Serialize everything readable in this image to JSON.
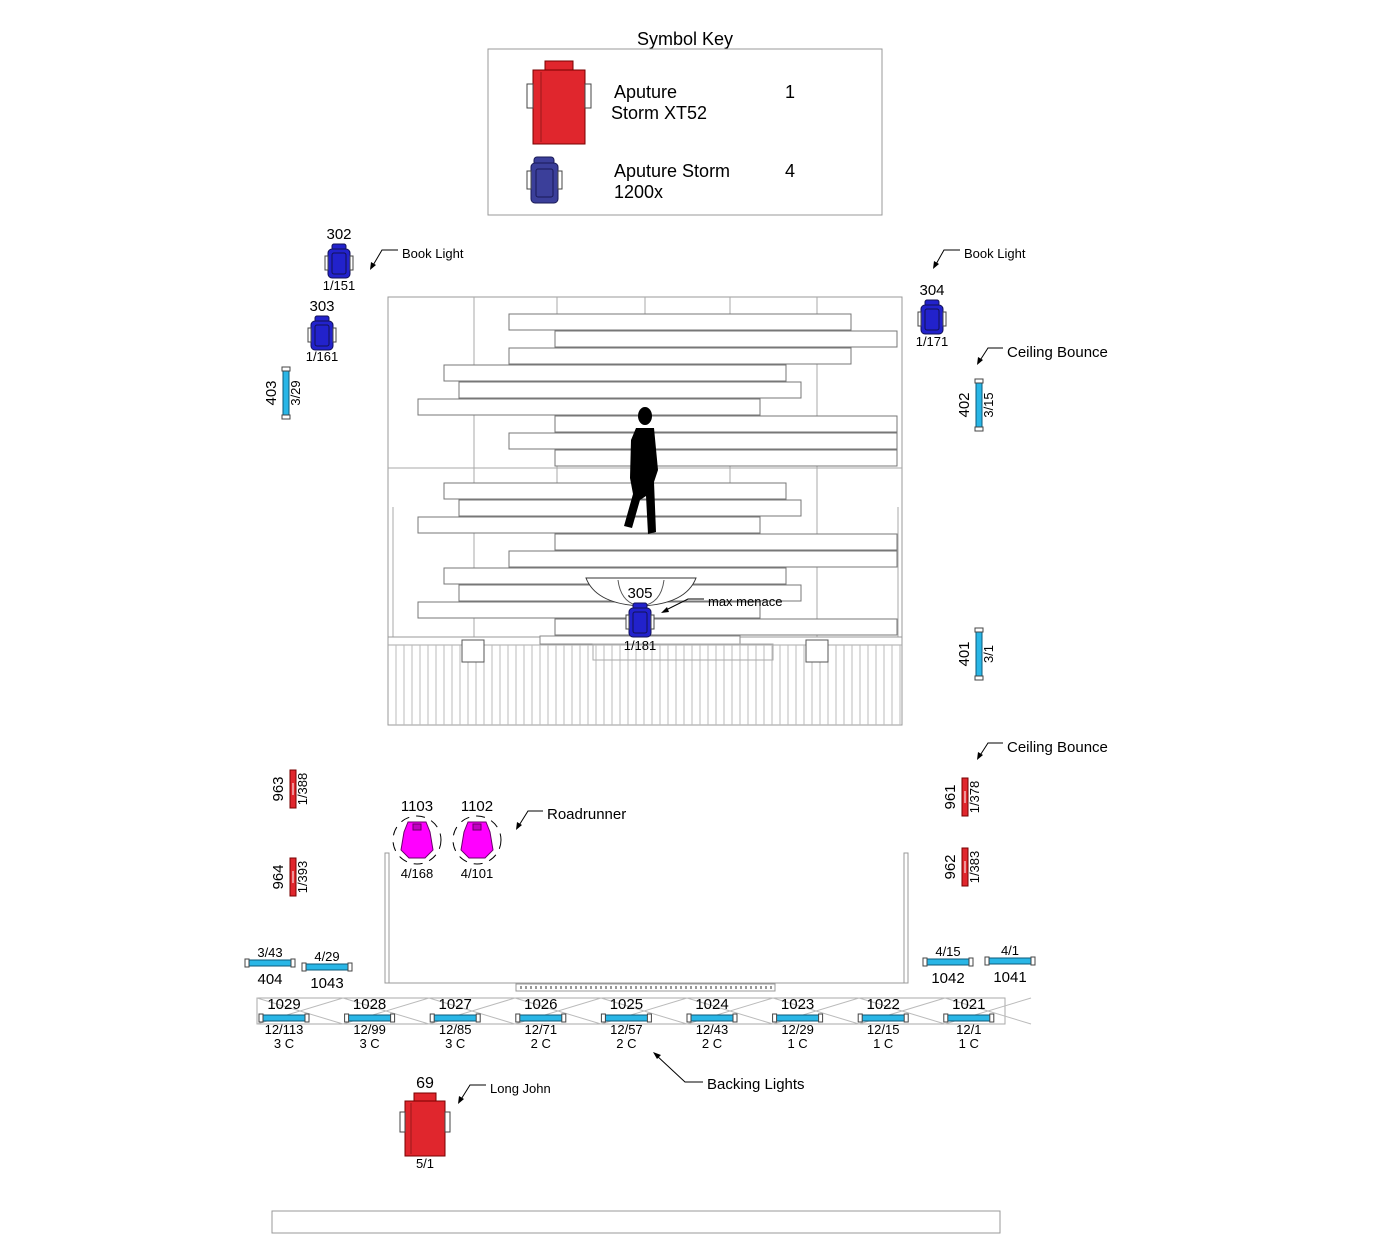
{
  "symbol_key": {
    "title": "Symbol Key",
    "items": [
      {
        "name_line1": "Aputure",
        "name_line2": "Storm XT52",
        "count": "1",
        "color": "#e0262d"
      },
      {
        "name_line1": "Aputure Storm",
        "name_line2": "1200x",
        "count": "4",
        "color": "#3b3f9a"
      }
    ]
  },
  "colors": {
    "xt52_red": "#e0262d",
    "storm1200_blue": "#2222cc",
    "tube_cyan": "#29b6e6",
    "magenta": "#ff00ff",
    "strip_red": "#e0262d"
  },
  "callouts": {
    "book_light_left": "Book Light",
    "book_light_right": "Book Light",
    "ceiling_bounce_top": "Ceiling Bounce",
    "ceiling_bounce_bottom": "Ceiling Bounce",
    "max_menace": "max menace",
    "roadrunner": "Roadrunner",
    "backing_lights": "Backing Lights",
    "long_john": "Long John"
  },
  "storm_fixtures": [
    {
      "id": "302",
      "addr": "1/151"
    },
    {
      "id": "303",
      "addr": "1/161"
    },
    {
      "id": "304",
      "addr": "1/171"
    },
    {
      "id": "305",
      "addr": "1/181"
    }
  ],
  "vertical_tubes": [
    {
      "id": "403",
      "addr": "3/29"
    },
    {
      "id": "402",
      "addr": "3/15"
    },
    {
      "id": "401",
      "addr": "3/1"
    }
  ],
  "red_strips": [
    {
      "id": "963",
      "addr": "1/388"
    },
    {
      "id": "964",
      "addr": "1/393"
    },
    {
      "id": "961",
      "addr": "1/378"
    },
    {
      "id": "962",
      "addr": "1/383"
    }
  ],
  "magenta_fixtures": [
    {
      "id": "1103",
      "addr": "4/168"
    },
    {
      "id": "1102",
      "addr": "4/101"
    }
  ],
  "side_tubes": [
    {
      "id": "404",
      "addr": "3/43"
    },
    {
      "id": "1043",
      "addr": "4/29"
    },
    {
      "id": "1042",
      "addr": "4/15"
    },
    {
      "id": "1041",
      "addr": "4/1"
    }
  ],
  "backing_tubes": [
    {
      "id": "1029",
      "addr": "12/113",
      "circuit": "3 C"
    },
    {
      "id": "1028",
      "addr": "12/99",
      "circuit": "3 C"
    },
    {
      "id": "1027",
      "addr": "12/85",
      "circuit": "3 C"
    },
    {
      "id": "1026",
      "addr": "12/71",
      "circuit": "2 C"
    },
    {
      "id": "1025",
      "addr": "12/57",
      "circuit": "2 C"
    },
    {
      "id": "1024",
      "addr": "12/43",
      "circuit": "2 C"
    },
    {
      "id": "1023",
      "addr": "12/29",
      "circuit": "1 C"
    },
    {
      "id": "1022",
      "addr": "12/15",
      "circuit": "1 C"
    },
    {
      "id": "1021",
      "addr": "12/1",
      "circuit": "1 C"
    }
  ],
  "xt52_fixture": {
    "id": "69",
    "addr": "5/1"
  }
}
